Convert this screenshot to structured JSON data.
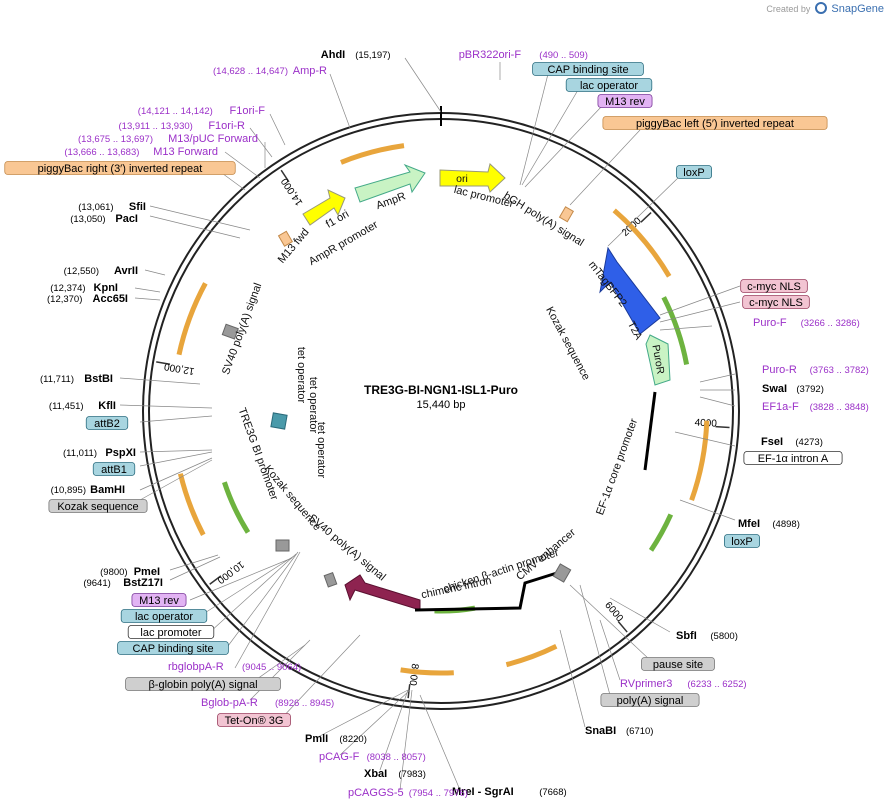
{
  "credit": {
    "prefix": "Created by",
    "brand": "SnapGene"
  },
  "plasmid": {
    "name": "TRE3G-BI-NGN1-ISL1-Puro",
    "length_text": "15,440 bp"
  },
  "colors": {
    "enzyme": "#000000",
    "primer": "#9b30c8",
    "feature_orange": "#e8a53c",
    "feature_green": "#6db33f",
    "mtagbfp": "#2f5fe8",
    "scaffold": "#c8c8c8"
  },
  "ticks": [
    {
      "bp": 2000,
      "label": "2000"
    },
    {
      "bp": 4000,
      "label": "4000"
    },
    {
      "bp": 6000,
      "label": "6000"
    },
    {
      "bp": 8000,
      "label": "8000"
    },
    {
      "bp": 10000,
      "label": "10,000"
    },
    {
      "bp": 12000,
      "label": "12,000"
    },
    {
      "bp": 14000,
      "label": "14,000"
    }
  ],
  "labels": [
    {
      "id": "ahdi",
      "kind": "enzyme",
      "coord": "(15,197)",
      "name": "AhdI"
    },
    {
      "id": "pbr322ori-f",
      "kind": "primer",
      "name": "pBR322ori-F",
      "coord": "(490 .. 509)"
    },
    {
      "id": "cap-binding-site-top",
      "kind": "box",
      "style": "teal",
      "name": "CAP binding site"
    },
    {
      "id": "lac-operator-top",
      "kind": "box",
      "style": "teal",
      "name": "lac operator"
    },
    {
      "id": "m13-rev-top",
      "kind": "box",
      "style": "purple",
      "name": "M13 rev"
    },
    {
      "id": "piggybac-left",
      "kind": "box",
      "style": "orange",
      "name": "piggyBac left (5′) inverted repeat"
    },
    {
      "id": "loxp-top",
      "kind": "box",
      "style": "teal",
      "name": "loxP"
    },
    {
      "id": "cmyc-nls-1",
      "kind": "box",
      "style": "pink",
      "name": "c-myc NLS"
    },
    {
      "id": "cmyc-nls-2",
      "kind": "box",
      "style": "pink",
      "name": "c-myc NLS"
    },
    {
      "id": "puro-f",
      "kind": "primer",
      "name": "Puro-F",
      "coord": "(3266 .. 3286)"
    },
    {
      "id": "puro-r",
      "kind": "primer",
      "name": "Puro-R",
      "coord": "(3763 .. 3782)"
    },
    {
      "id": "swai",
      "kind": "enzyme",
      "name": "SwaI",
      "coord": "(3792)"
    },
    {
      "id": "ef1a-f",
      "kind": "primer",
      "name": "EF1a-F",
      "coord": "(3828 .. 3848)"
    },
    {
      "id": "fsei",
      "kind": "enzyme",
      "name": "FseI",
      "coord": "(4273)"
    },
    {
      "id": "ef1a-intron",
      "kind": "box",
      "style": "white",
      "name": "EF-1α intron A"
    },
    {
      "id": "mfei",
      "kind": "enzyme",
      "name": "MfeI",
      "coord": "(4898)"
    },
    {
      "id": "loxp-right",
      "kind": "box",
      "style": "teal",
      "name": "loxP"
    },
    {
      "id": "sbfi",
      "kind": "enzyme",
      "name": "SbfI",
      "coord": "(5800)"
    },
    {
      "id": "pause-site",
      "kind": "box",
      "style": "gray",
      "name": "pause site"
    },
    {
      "id": "rvprimer3",
      "kind": "primer",
      "name": "RVprimer3",
      "coord": "(6233 .. 6252)"
    },
    {
      "id": "polya-signal",
      "kind": "box",
      "style": "gray",
      "name": "poly(A) signal"
    },
    {
      "id": "snabi",
      "kind": "enzyme",
      "name": "SnaBI",
      "coord": "(6710)"
    },
    {
      "id": "mrei-sgrai",
      "kind": "enzyme",
      "name": "MreI - SgrAI",
      "coord": "(7668)"
    },
    {
      "id": "pcaggs-5",
      "kind": "primer",
      "name": "pCAGGS-5",
      "coord": "(7954 .. 7976)"
    },
    {
      "id": "xbai",
      "kind": "enzyme",
      "name": "XbaI",
      "coord": "(7983)"
    },
    {
      "id": "pcag-f",
      "kind": "primer",
      "name": "pCAG-F",
      "coord": "(8038 .. 8057)"
    },
    {
      "id": "pmli",
      "kind": "enzyme",
      "name": "PmlI",
      "coord": "(8220)"
    },
    {
      "id": "tet-on-3g",
      "kind": "box",
      "style": "pink",
      "name": "Tet-On® 3G"
    },
    {
      "id": "bglob-pa-r",
      "kind": "primer",
      "name": "Bglob-pA-R",
      "coord": "(8926 .. 8945)"
    },
    {
      "id": "bglobin-polya",
      "kind": "box",
      "style": "gray",
      "name": "β-globin poly(A) signal"
    },
    {
      "id": "rbglobpa-r",
      "kind": "primer",
      "name": "rbglobpA-R",
      "coord": "(9045 .. 9064)"
    },
    {
      "id": "cap-binding-site-bottom",
      "kind": "box",
      "style": "teal",
      "name": "CAP binding site"
    },
    {
      "id": "lac-promoter-bottom",
      "kind": "box",
      "style": "white",
      "name": "lac promoter"
    },
    {
      "id": "lac-operator-bottom",
      "kind": "box",
      "style": "teal",
      "name": "lac operator"
    },
    {
      "id": "m13-rev-bottom",
      "kind": "box",
      "style": "purple",
      "name": "M13 rev"
    },
    {
      "id": "bstz17i",
      "kind": "enzyme",
      "name": "BstZ17I",
      "coord": "(9641)"
    },
    {
      "id": "pmei",
      "kind": "enzyme",
      "name": "PmeI",
      "coord": "(9800)"
    },
    {
      "id": "kozak-left",
      "kind": "box",
      "style": "gray",
      "name": "Kozak sequence"
    },
    {
      "id": "bamhi",
      "kind": "enzyme",
      "name": "BamHI",
      "coord": "(10,895)"
    },
    {
      "id": "attb1",
      "kind": "box",
      "style": "teal",
      "name": "attB1"
    },
    {
      "id": "pspxi",
      "kind": "enzyme",
      "name": "PspXI",
      "coord": "(11,011)"
    },
    {
      "id": "attb2",
      "kind": "box",
      "style": "teal",
      "name": "attB2"
    },
    {
      "id": "kfli",
      "kind": "enzyme",
      "name": "KflI",
      "coord": "(11,451)"
    },
    {
      "id": "bstbi",
      "kind": "enzyme",
      "name": "BstBI",
      "coord": "(11,711)"
    },
    {
      "id": "acc65i",
      "kind": "enzyme",
      "name": "Acc65I",
      "coord": "(12,370)"
    },
    {
      "id": "kpni",
      "kind": "enzyme",
      "name": "KpnI",
      "coord": "(12,374)"
    },
    {
      "id": "avrii",
      "kind": "enzyme",
      "name": "AvrII",
      "coord": "(12,550)"
    },
    {
      "id": "paci",
      "kind": "enzyme",
      "name": "PacI",
      "coord": "(13,050)"
    },
    {
      "id": "sfii",
      "kind": "enzyme",
      "name": "SfiI",
      "coord": "(13,061)"
    },
    {
      "id": "piggybac-right",
      "kind": "box",
      "style": "orange",
      "name": "piggyBac right (3′) inverted repeat"
    },
    {
      "id": "m13-forward",
      "kind": "primer",
      "name": "M13 Forward",
      "coord": "(13,666 .. 13,683)"
    },
    {
      "id": "m13-puc-forward",
      "kind": "primer",
      "name": "M13/pUC Forward",
      "coord": "(13,675 .. 13,697)"
    },
    {
      "id": "f1ori-r",
      "kind": "primer",
      "name": "F1ori-R",
      "coord": "(13,911 .. 13,930)"
    },
    {
      "id": "f1ori-f",
      "kind": "primer",
      "name": "F1ori-F",
      "coord": "(14,121 .. 14,142)"
    },
    {
      "id": "amp-r",
      "kind": "primer",
      "name": "Amp-R",
      "coord": "(14,628 .. 14,647)"
    }
  ],
  "feature_labels": [
    {
      "id": "ori",
      "name": "ori"
    },
    {
      "id": "lac-promoter",
      "name": "lac promoter"
    },
    {
      "id": "bgh-polya",
      "name": "bGH poly(A) signal"
    },
    {
      "id": "mtagbfp2",
      "name": "mTagBFP2"
    },
    {
      "id": "kozak-inner",
      "name": "Kozak sequence"
    },
    {
      "id": "t2a",
      "name": "T2A"
    },
    {
      "id": "puror",
      "name": "PuroR"
    },
    {
      "id": "ef1a-core",
      "name": "EF-1α core promoter"
    },
    {
      "id": "cmv-enhancer",
      "name": "CMV enhancer"
    },
    {
      "id": "chicken-actin",
      "name": "chicken β-actin promoter"
    },
    {
      "id": "chimeric-intron",
      "name": "chimeric intron"
    },
    {
      "id": "sv40-polya-bottom",
      "name": "SV40 poly(A) signal"
    },
    {
      "id": "kozak-inner-left",
      "name": "Kozak sequence"
    },
    {
      "id": "tre3g-bi",
      "name": "TRE3G BI promoter"
    },
    {
      "id": "tet-operator-1",
      "name": "tet operator"
    },
    {
      "id": "tet-operator-2",
      "name": "tet operator"
    },
    {
      "id": "tet-operator-3",
      "name": "tet operator"
    },
    {
      "id": "sv40-polya-top",
      "name": "SV40 poly(A) signal"
    },
    {
      "id": "m13-fwd",
      "name": "M13 fwd"
    },
    {
      "id": "f1-ori",
      "name": "f1 ori"
    },
    {
      "id": "ampr-promoter",
      "name": "AmpR promoter"
    },
    {
      "id": "ampr",
      "name": "AmpR"
    }
  ]
}
